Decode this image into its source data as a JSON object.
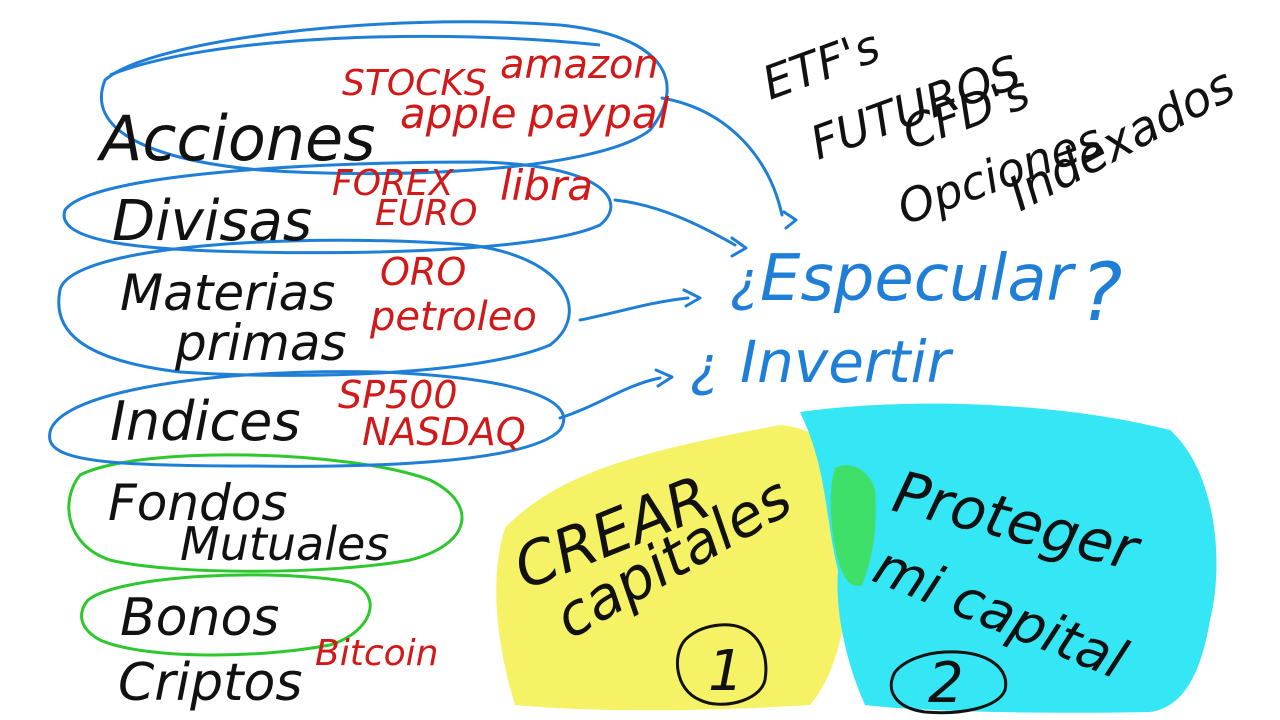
{
  "colors": {
    "ink_black": "#111111",
    "ink_red": "#d21919",
    "ink_blue": "#1f7fd6",
    "ink_green": "#2ec82e",
    "highlight_yellow": "#f6f265",
    "highlight_cyan": "#35e6f4",
    "highlight_overlap": "#3fe06a"
  },
  "assets": [
    {
      "label": "Acciones",
      "examples": [
        "STOCKS",
        "amazon",
        "apple",
        "paypal"
      ]
    },
    {
      "label": "Divisas",
      "examples": [
        "FOREX",
        "EURO",
        "libra"
      ]
    },
    {
      "label": "Materias",
      "label2": "primas",
      "examples": [
        "ORO",
        "petroleo"
      ]
    },
    {
      "label": "Indices",
      "examples": [
        "SP500",
        "NASDAQ"
      ]
    },
    {
      "label": "Fondos",
      "label2": "Mutuales"
    },
    {
      "label": "Bonos"
    },
    {
      "label": "Criptos",
      "examples": [
        "Bitcoin"
      ]
    }
  ],
  "instruments": [
    "ETF's",
    "FUTUROS",
    "CFD's",
    "Opciones",
    "Indexados"
  ],
  "question": {
    "open_mark": "¿",
    "especular": "Especular",
    "close_mark": "?",
    "invertir": "Invertir"
  },
  "goals": [
    {
      "number": "1",
      "line1": "CREAR",
      "line2": "capitales"
    },
    {
      "number": "2",
      "line1": "Proteger",
      "line2": "mi capital"
    }
  ]
}
